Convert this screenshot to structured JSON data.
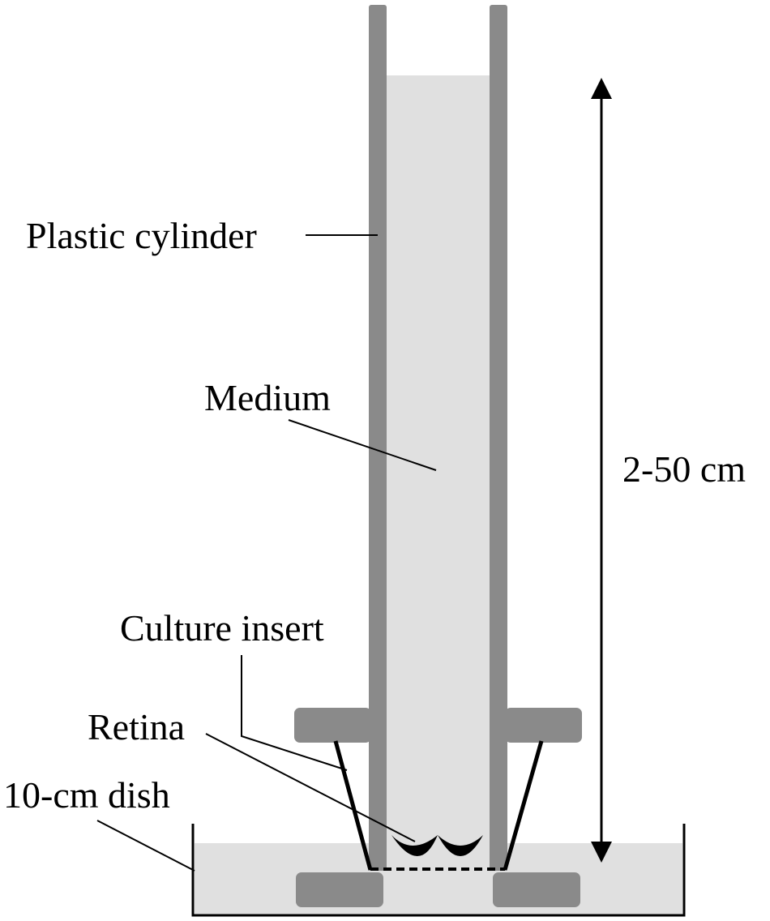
{
  "diagram": {
    "labels": {
      "plastic_cylinder": "Plastic cylinder",
      "medium": "Medium",
      "height": "2-50 cm",
      "culture_insert": "Culture insert",
      "retina": "Retina",
      "dish": "10-cm dish"
    },
    "colors": {
      "wall": "#8a8a8a",
      "medium": "#e0e0e0",
      "line": "#000000",
      "background": "#ffffff"
    }
  }
}
